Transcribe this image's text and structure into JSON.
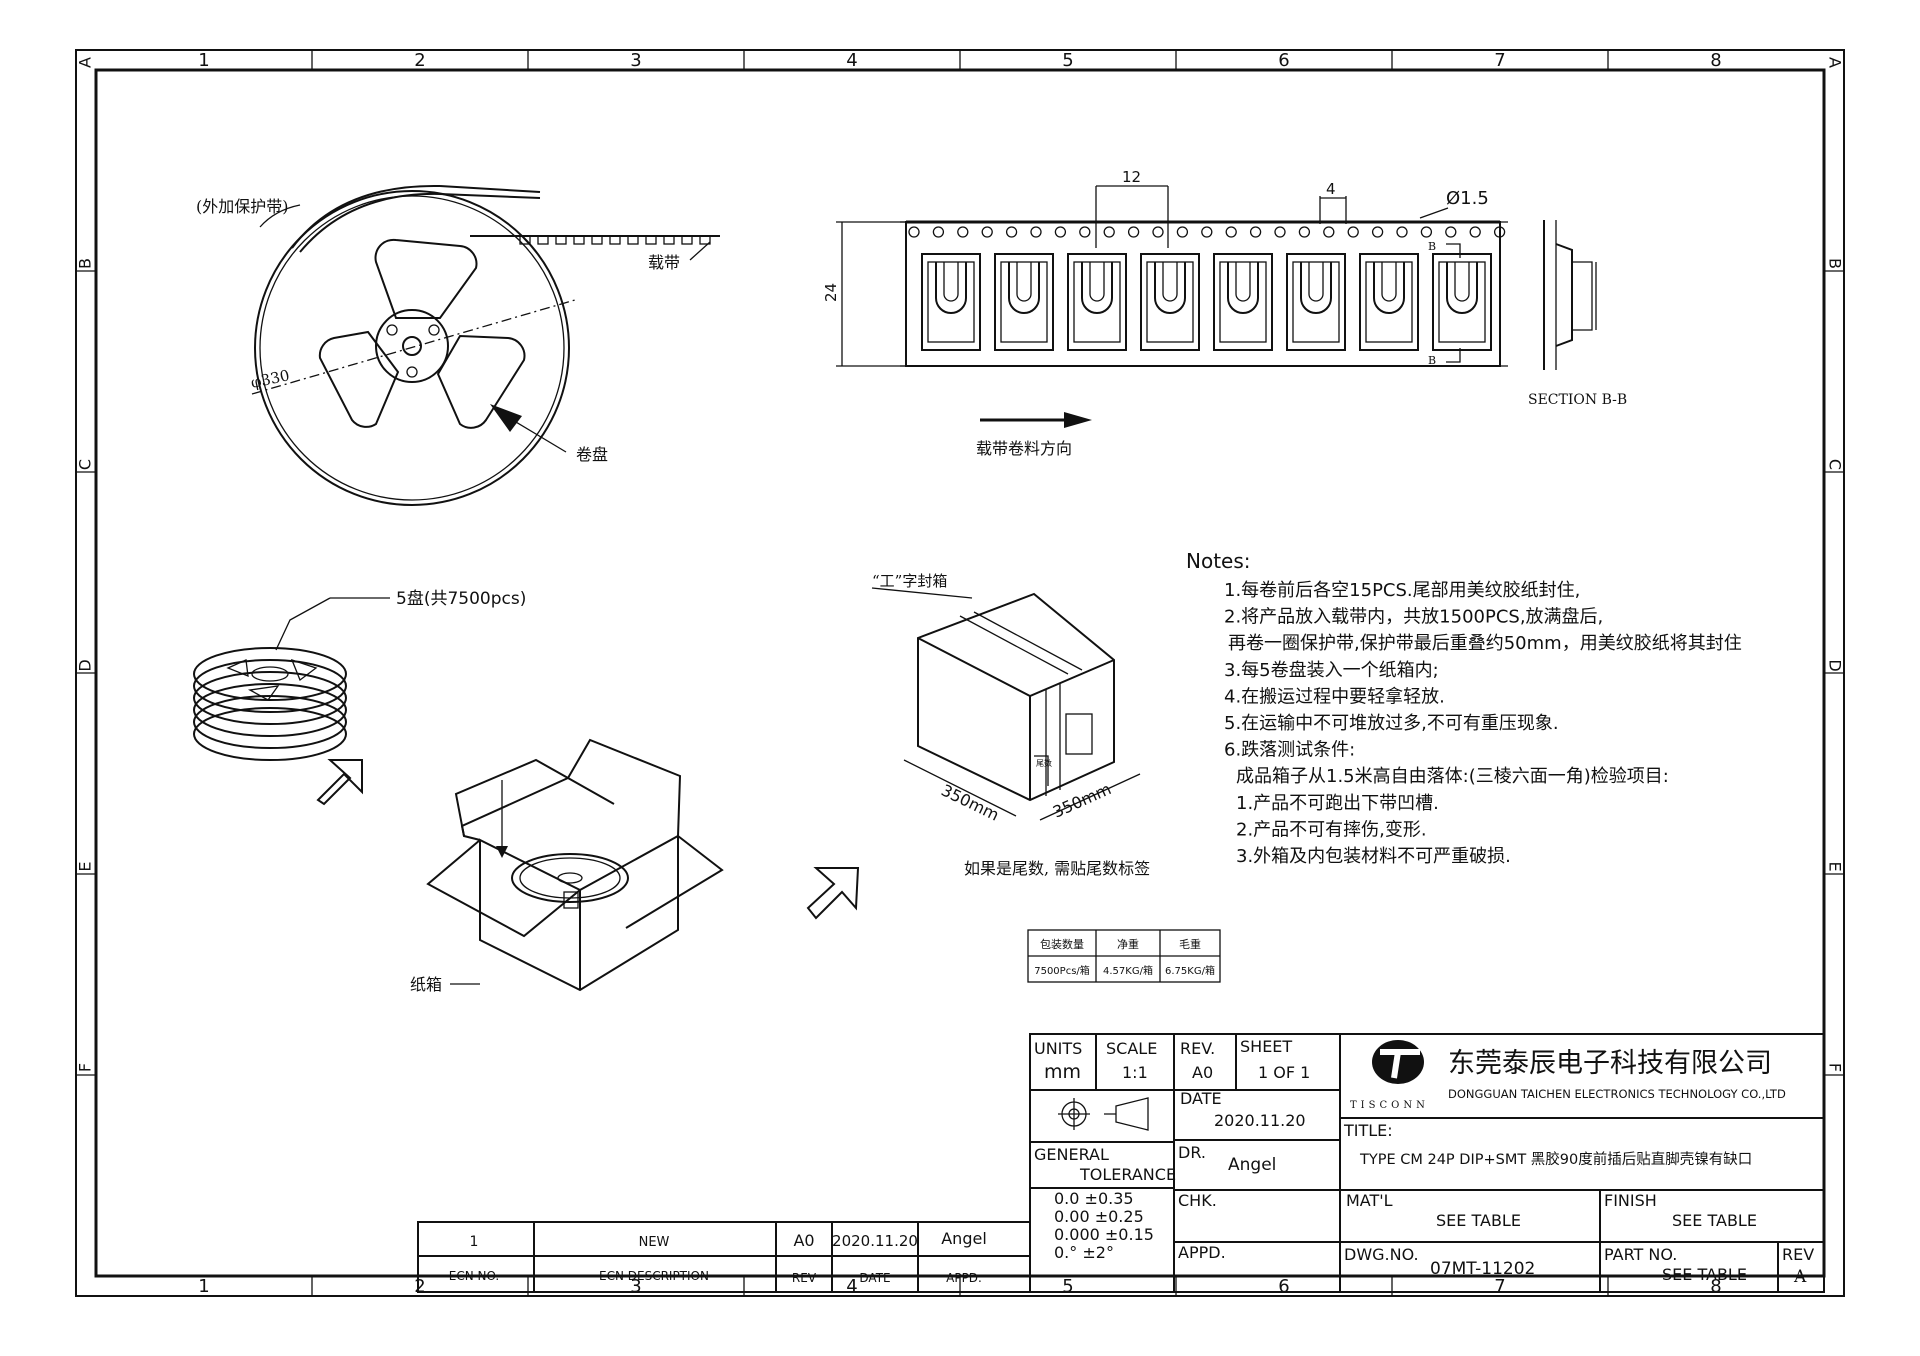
{
  "border": {
    "columns": [
      "1",
      "2",
      "3",
      "4",
      "5",
      "6",
      "7",
      "8"
    ],
    "rows": [
      "A",
      "B",
      "C",
      "D",
      "E",
      "F"
    ]
  },
  "reel": {
    "protect_tape": "(外加保护带)",
    "carrier_tape": "载带",
    "diameter": "φ330",
    "reel_label": "卷盘"
  },
  "tape": {
    "pitch": "12",
    "hole_pitch": "4",
    "hole_dia": "Ø1.5",
    "width": "24",
    "section_mark": "B",
    "section_label": "SECTION B-B",
    "direction_label": "载带卷料方向"
  },
  "stack": {
    "label": "5盘(共7500pcs)"
  },
  "box": {
    "label": "纸箱"
  },
  "sealed_box": {
    "seal_label": "“工”字封箱",
    "dim1": "350mm",
    "dim2": "350mm",
    "tail_tag": "尾数",
    "tail_note": "如果是尾数, 需贴尾数标签"
  },
  "notes": {
    "title": "Notes:",
    "lines": [
      "1.每卷前后各空15PCS.尾部用美纹胶纸封住,",
      "2.将产品放入载带内，共放1500PCS,放满盘后,",
      "再卷一圈保护带,保护带最后重叠约50mm，用美纹胶纸将其封住",
      "3.每5卷盘装入一个纸箱内;",
      "4.在搬运过程中要轻拿轻放.",
      "5.在运输中不可堆放过多,不可有重压现象.",
      "6.跌落测试条件:",
      "成品箱子从1.5米高自由落体:(三棱六面一角)检验项目:",
      "1.产品不可跑出下带凹槽.",
      "2.产品不可有摔伤,变形.",
      "3.外箱及内包装材料不可严重破损."
    ]
  },
  "pack_table": {
    "headers": [
      "包装数量",
      "净重",
      "毛重"
    ],
    "values": [
      "7500Pcs/箱",
      "4.57KG/箱",
      "6.75KG/箱"
    ]
  },
  "revision_table": {
    "row": [
      "1",
      "NEW",
      "A0",
      "2020.11.20",
      "Angel"
    ],
    "headers": [
      "ECN NO.",
      "ECN  DESCRIPTION",
      "REV",
      "DATE",
      "APPD."
    ]
  },
  "title_block": {
    "units_label": "UNITS",
    "units_value": "mm",
    "scale_label": "SCALE",
    "scale_value": "1:1",
    "rev_label": "REV.",
    "rev_value": "A0",
    "sheet_label": "SHEET",
    "sheet_value": "1  OF  1",
    "date_label": "DATE",
    "date_value": "2020.11.20",
    "general_label": "GENERAL",
    "tolerance_label": "TOLERANCE",
    "tolerances": [
      "0.0   ±0.35",
      "0.00  ±0.25",
      "0.000  ±0.15",
      "0.°    ±2°"
    ],
    "dr_label": "DR.",
    "dr_value": "Angel",
    "chk_label": "CHK.",
    "appd_label": "APPD.",
    "company_cn": "东莞泰辰电子科技有限公司",
    "company_en": "DONGGUAN  TAICHEN  ELECTRONICS  TECHNOLOGY  CO.,LTD",
    "logo_text": "TISCONN",
    "title_label": "TITLE:",
    "title_value": "TYPE  CM  24P  DIP+SMT  黑胶90度前插后贴直脚壳镍有缺口",
    "matl_label": "MAT'L",
    "matl_value": "SEE  TABLE",
    "finish_label": "FINISH",
    "finish_value": "SEE  TABLE",
    "dwg_label": "DWG.NO.",
    "dwg_value": "07MT-11202",
    "part_label": "PART  NO.",
    "part_value": "SEE  TABLE",
    "rev2_label": "REV",
    "rev2_value": "A"
  }
}
